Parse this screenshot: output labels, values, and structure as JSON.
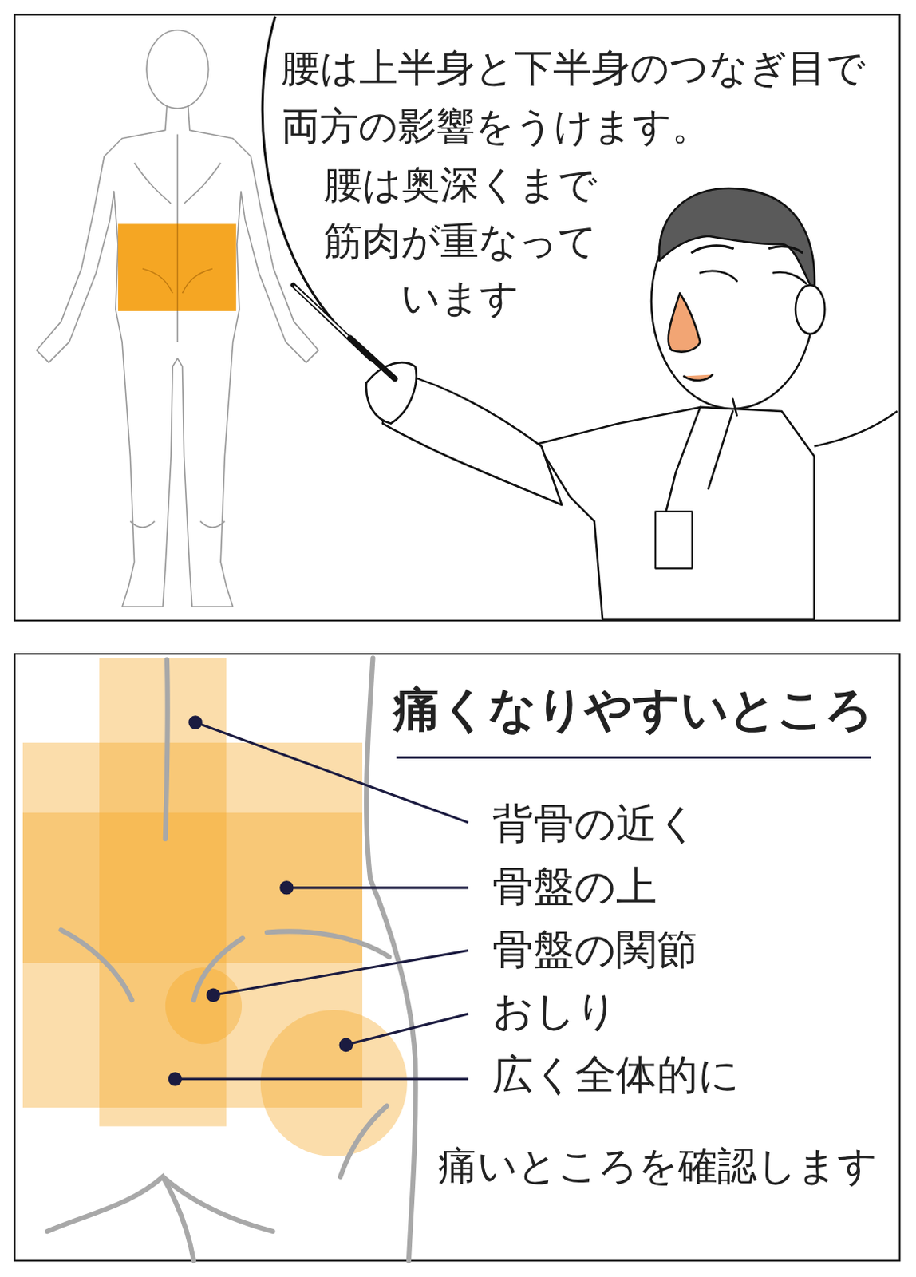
{
  "diagram": {
    "title": "痛くなりやすいところ",
    "labels": [
      "腰は上半身と下半身のつなぎ目で 両方の影響をうけます。",
      "腰は奥深くまで 筋肉が重なって います",
      "背骨の近く",
      "骨盤の上",
      "骨盤の関節",
      "おしり",
      "広く全体的に",
      "痛いところを確認します"
    ]
  }
}
